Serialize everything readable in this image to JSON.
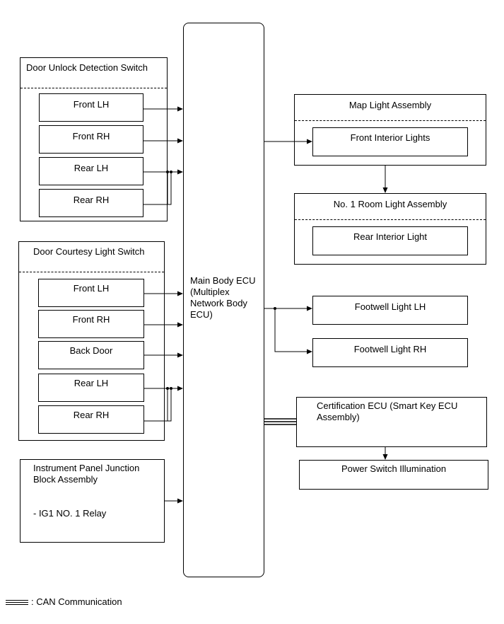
{
  "door_unlock": {
    "title": "Door Unlock Detection Switch",
    "items": [
      "Front LH",
      "Front RH",
      "Rear LH",
      "Rear RH"
    ]
  },
  "door_courtesy": {
    "title": "Door Courtesy Light Switch",
    "items": [
      "Front LH",
      "Front RH",
      "Back Door",
      "Rear LH",
      "Rear RH"
    ]
  },
  "junction_block": {
    "title": "Instrument Panel Junction\nBlock Assembly",
    "item": "- IG1 NO. 1 Relay"
  },
  "main_ecu": {
    "label": "Main Body ECU\n(Multiplex\nNetwork Body\nECU)"
  },
  "map_light": {
    "title": "Map Light Assembly",
    "item": "Front Interior Lights"
  },
  "room_light": {
    "title": "No. 1 Room Light Assembly",
    "item": "Rear Interior Light"
  },
  "footwell": {
    "lh": "Footwell Light LH",
    "rh": "Footwell Light RH"
  },
  "certification_ecu": {
    "label": "Certification ECU (Smart Key ECU\nAssembly)"
  },
  "power_switch": {
    "label": "Power Switch Illumination"
  },
  "legend": {
    "label": ": CAN Communication"
  }
}
